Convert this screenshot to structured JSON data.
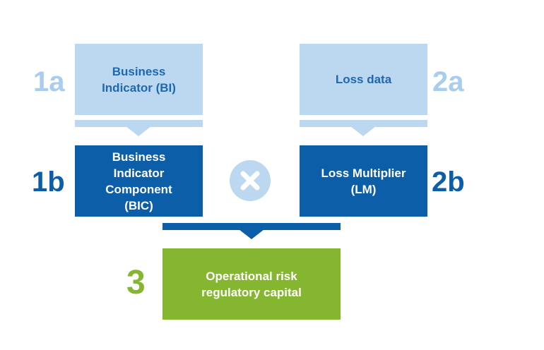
{
  "steps": {
    "s1a": "1a",
    "s1b": "1b",
    "s2a": "2a",
    "s2b": "2b",
    "s3": "3"
  },
  "boxes": {
    "business_indicator": "Business\nIndicator (BI)",
    "loss_data": "Loss data",
    "bic": "Business\nIndicator\nComponent\n(BIC)",
    "loss_multiplier": "Loss Multiplier\n(LM)",
    "regulatory_capital": "Operational risk\nregulatory capital"
  },
  "icons": {
    "operator": "multiply-icon"
  },
  "colors": {
    "light_blue": "#bcd8f1",
    "dark_blue": "#0d5ea8",
    "green": "#84b630",
    "light_text": "#1d68b0"
  }
}
